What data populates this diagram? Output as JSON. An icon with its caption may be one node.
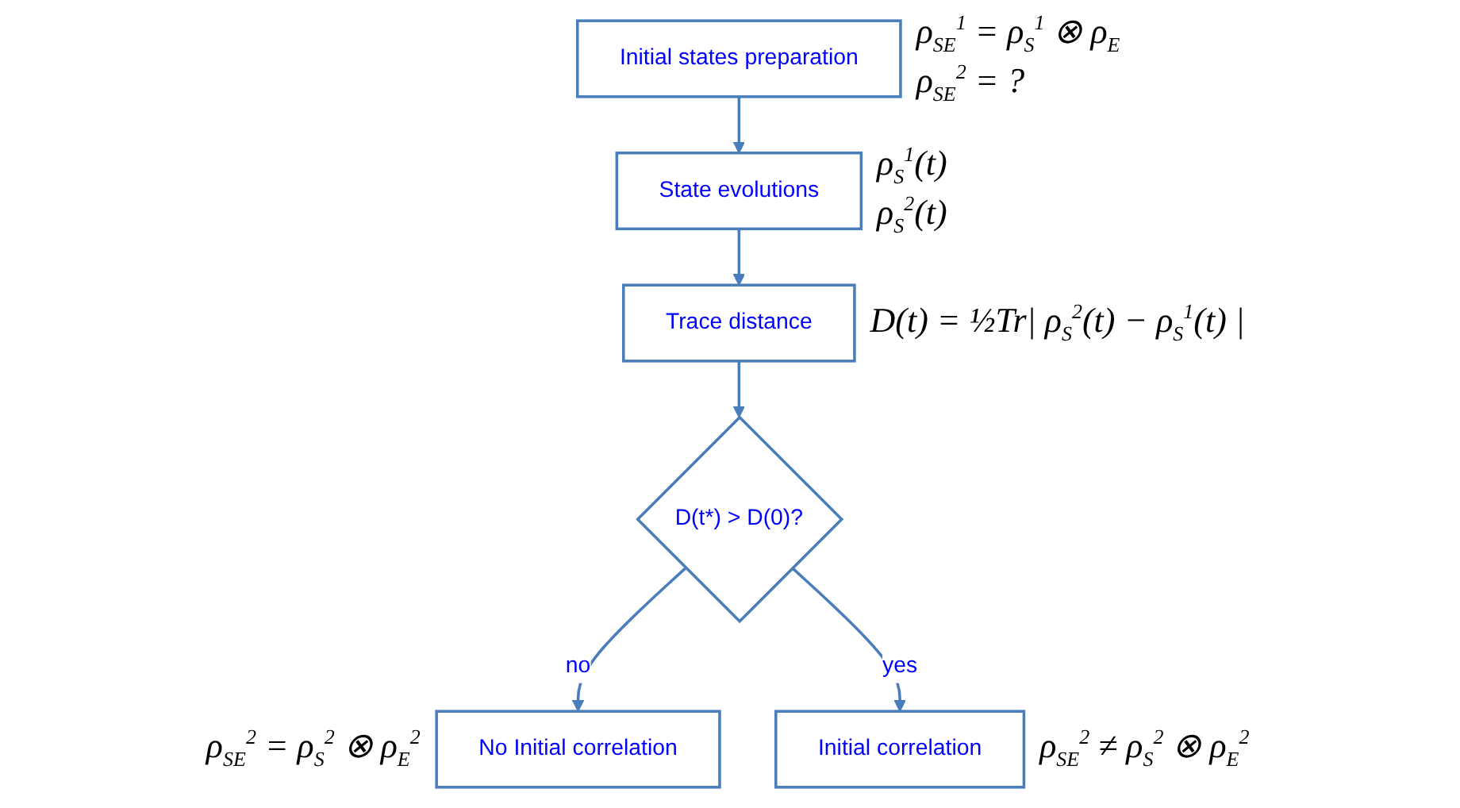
{
  "diagram": {
    "nodes": [
      {
        "text": [
          "Initial states preparation"
        ],
        "beside": [
          "ρ$_{SE}$$^{1}$ = ρ$_{S}$$^{1}$ ⊗ ρ$_{E}$",
          "ρ$_{SE}$$^{2}$ = ?"
        ]
      },
      {
        "text": [
          "State evolutions"
        ],
        "beside": [
          "ρ$_{S}$$^{1}$(t)",
          "ρ$_{S}$$^{2}$(t)"
        ]
      },
      {
        "text": [
          "Trace distance"
        ],
        "beside": [
          "D(t) = ½Tr| ρ$_{S}$$^{2}$(t) − ρ$_{S}$$^{1}$(t) |"
        ]
      },
      {
        "text": [
          "D(t*) > D(0)?"
        ]
      },
      {
        "text": [
          "No Initial correlation"
        ],
        "beside": [
          "ρ$_{SE}$$^{2}$ = ρ$_{S}$$^{2}$ ⊗ ρ$_{E}$$^{2}$"
        ]
      },
      {
        "text": [
          "Initial correlation"
        ],
        "beside": [
          "ρ$_{SE}$$^{2}$ ≠ ρ$_{S}$$^{2}$ ⊗ ρ$_{E}$$^{2}$"
        ]
      }
    ],
    "edges": [
      {
        "from": 0,
        "to": 1,
        "arrow": "to"
      },
      {
        "from": 1,
        "to": 2,
        "arrow": "to"
      },
      {
        "from": 2,
        "to": 3,
        "arrow": "to"
      },
      {
        "from": 3,
        "to": 4,
        "label": "no",
        "arrow": "to"
      },
      {
        "from": 3,
        "to": 5,
        "label": "yes",
        "arrow": "to"
      }
    ]
  }
}
